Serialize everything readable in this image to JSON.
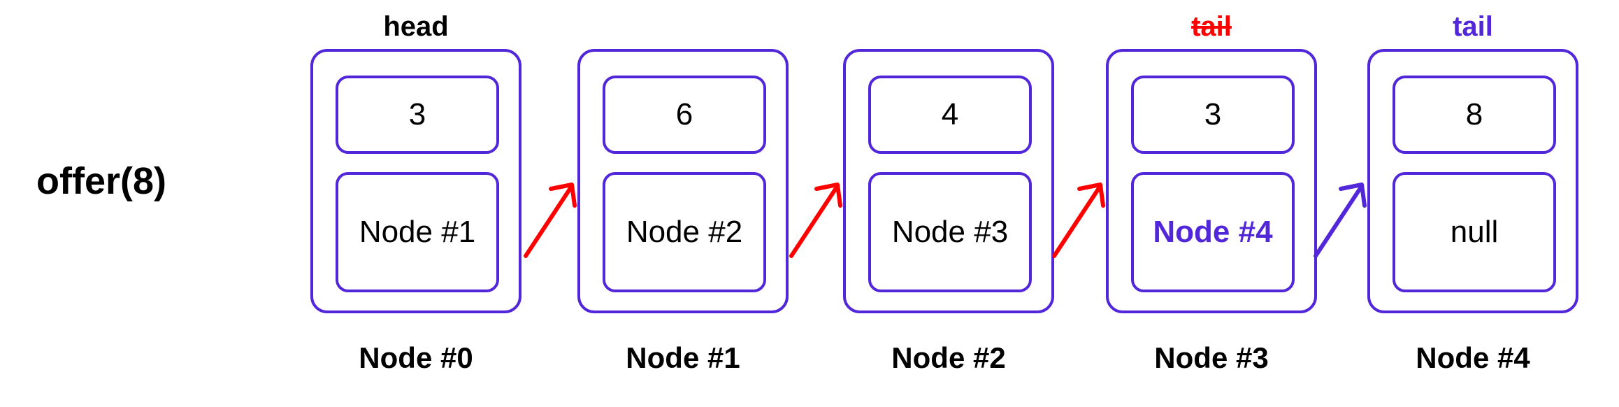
{
  "operation": "offer(8)",
  "nodes": [
    {
      "label": "Node #0",
      "value": "3",
      "next": "Node #1"
    },
    {
      "label": "Node #1",
      "value": "6",
      "next": "Node #2"
    },
    {
      "label": "Node #2",
      "value": "4",
      "next": "Node #3"
    },
    {
      "label": "Node #3",
      "value": "3",
      "next": "Node #4",
      "next_highlighted": true
    },
    {
      "label": "Node #4",
      "value": "8",
      "next": "null",
      "newly_added": true
    }
  ],
  "pointers": {
    "head": "head",
    "old_tail": "tail",
    "new_tail": "tail"
  },
  "arrows": [
    {
      "from": "Node #0",
      "to": "Node #1",
      "color": "#ff0000"
    },
    {
      "from": "Node #1",
      "to": "Node #2",
      "color": "#ff0000"
    },
    {
      "from": "Node #2",
      "to": "Node #3",
      "color": "#ff0000"
    },
    {
      "from": "Node #3",
      "to": "Node #4",
      "color": "#5227d9"
    }
  ],
  "colors": {
    "node_border": "#5227d9",
    "old_link": "#ff0000",
    "new_link": "#5227d9",
    "removed_pointer": "#ff0000",
    "new_pointer": "#5227d9"
  }
}
